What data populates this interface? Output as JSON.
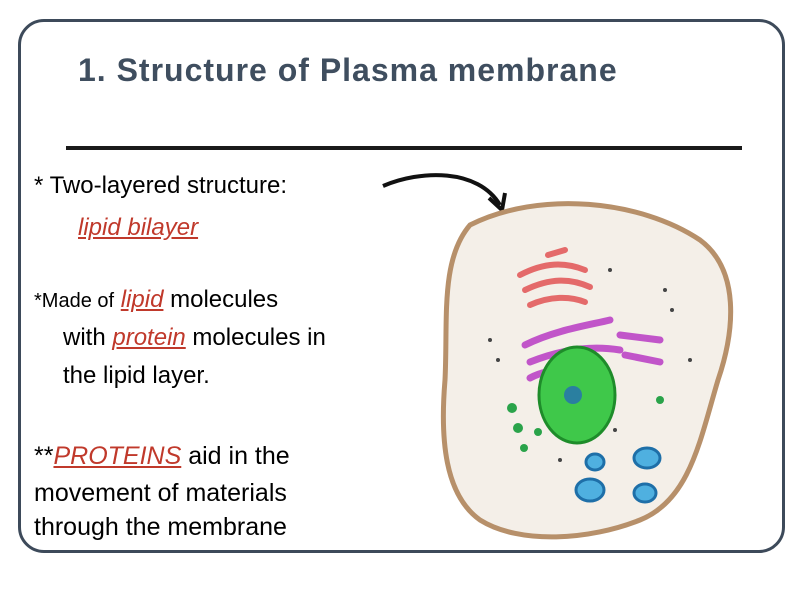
{
  "slide": {
    "title": "1. Structure of Plasma membrane",
    "bullet1": {
      "prefix": "* Two-layered structure:",
      "term": "lipid bilayer"
    },
    "bullet2": {
      "prefix": "*Made of",
      "term1": "lipid",
      "mid1": "molecules",
      "line2_pre": "with",
      "term2": "protein",
      "line2_post": "molecules in",
      "line3": "the lipid layer."
    },
    "bullet3": {
      "prefix": "**",
      "term": "PROTEINS",
      "line1_post": "aid in the",
      "line2": "movement of materials",
      "line3": "through the membrane"
    }
  },
  "colors": {
    "title": "#3f4e5f",
    "highlight": "#c0392b",
    "frame": "#3d4a5a"
  },
  "figure": {
    "description_icon": "animal-cell-diagram"
  }
}
